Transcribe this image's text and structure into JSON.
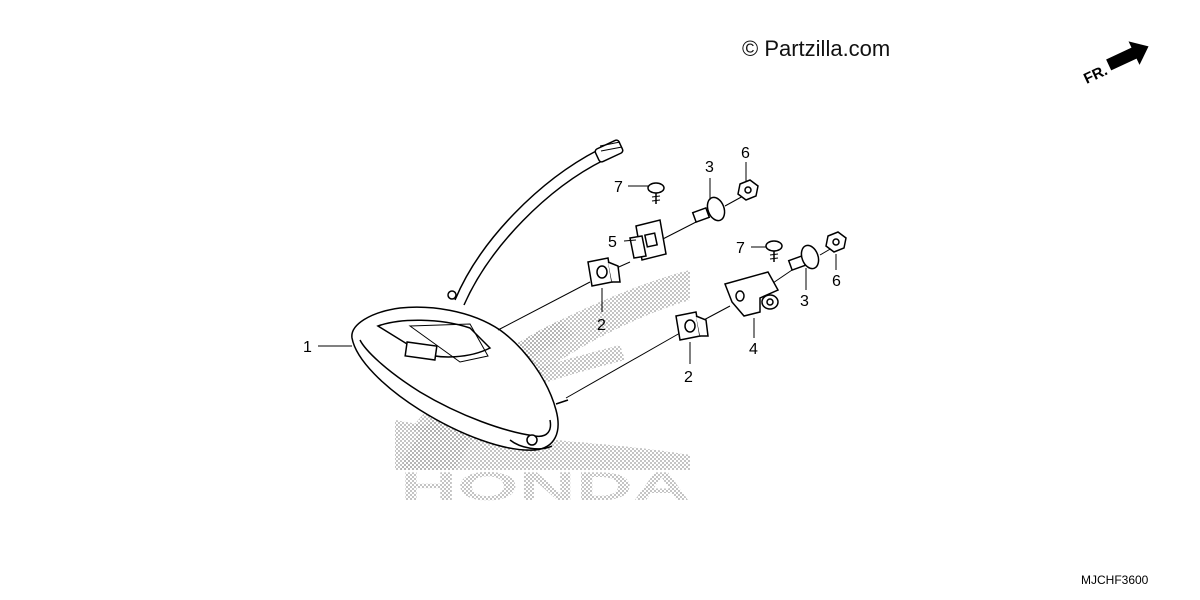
{
  "watermark": "© Partzilla.com",
  "direction_label": "FR.",
  "diagram_code": "MJCHF3600",
  "logo_text": "HONDA",
  "callouts": [
    {
      "id": "tail-lamp",
      "label": "1"
    },
    {
      "id": "grommet-upper",
      "label": "2"
    },
    {
      "id": "grommet-lower",
      "label": "2"
    },
    {
      "id": "collar-upper",
      "label": "3"
    },
    {
      "id": "collar-lower",
      "label": "3"
    },
    {
      "id": "stay-lower",
      "label": "4"
    },
    {
      "id": "stay-upper",
      "label": "5"
    },
    {
      "id": "nut-upper",
      "label": "6"
    },
    {
      "id": "nut-lower",
      "label": "6"
    },
    {
      "id": "screw-upper",
      "label": "7"
    },
    {
      "id": "screw-lower",
      "label": "7"
    }
  ],
  "colors": {
    "line": "#000000",
    "halftone": "#9a9a9a",
    "background": "#ffffff"
  }
}
